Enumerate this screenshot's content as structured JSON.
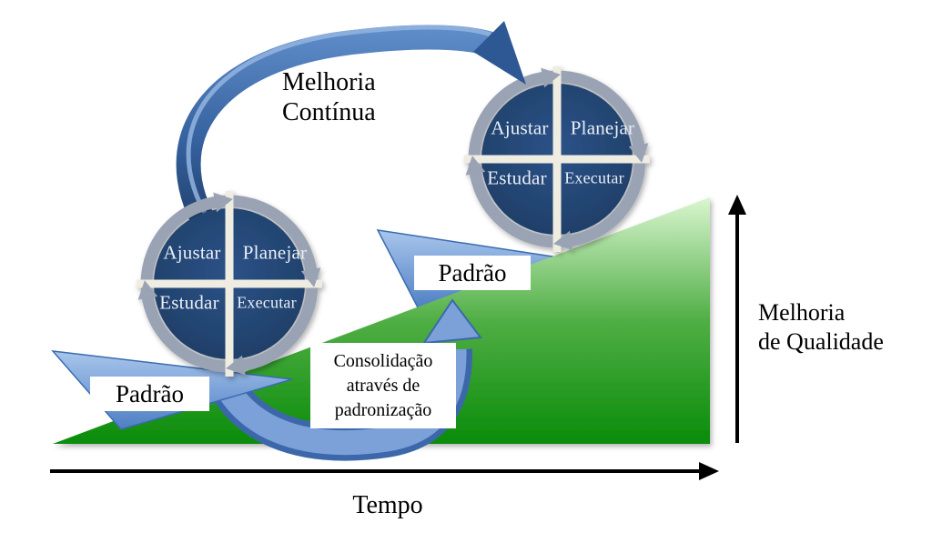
{
  "diagram": {
    "loop_label": {
      "line1": "Melhoria",
      "line2": "Contínua"
    },
    "wheel": {
      "ajustar": "Ajustar",
      "planejar": "Planejar",
      "estudar": "Estudar",
      "executar": "Executar"
    },
    "padrao_label": "Padrão",
    "consolidation": {
      "line1": "Consolidação",
      "line2": "através de",
      "line3": "padronização"
    },
    "x_axis": "Tempo",
    "y_axis": {
      "line1": "Melhoria",
      "line2": "de Qualidade"
    },
    "colors": {
      "wheel_navy": "#1e4268",
      "ring_gray": "#9aa3b4",
      "separator_cream": "#efece2",
      "green_top": "#d9f5cf",
      "green_bottom": "#0a8c0a",
      "wedge_light": "#a9c6ec",
      "wedge_dark": "#4e7fc4",
      "arrow_outline": "#3c68ab",
      "arrow_fill": "#7ca1d8",
      "loop_dark": "#1f3f69",
      "loop_light": "#5e8cc8",
      "axis_black": "#000000"
    }
  }
}
